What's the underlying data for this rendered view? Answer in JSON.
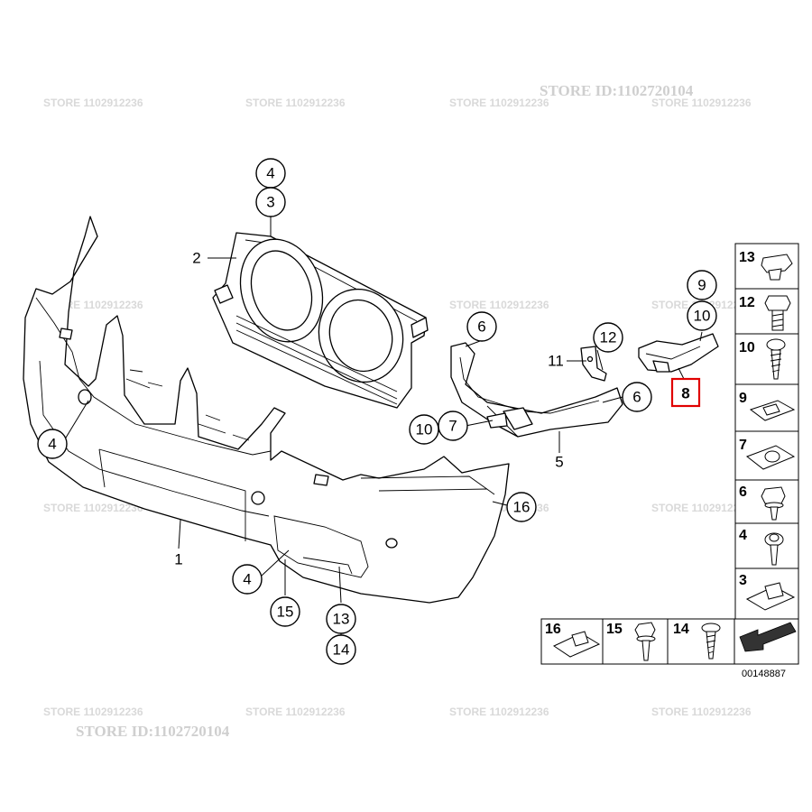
{
  "watermarks": {
    "store_small": "STORE 1102912236",
    "store_big": "STORE ID:1102720104"
  },
  "callouts": [
    {
      "id": "c4a",
      "label": "4"
    },
    {
      "id": "c3",
      "label": "3"
    },
    {
      "id": "c6a",
      "label": "6"
    },
    {
      "id": "c12",
      "label": "12"
    },
    {
      "id": "c9",
      "label": "9"
    },
    {
      "id": "c10a",
      "label": "10"
    },
    {
      "id": "c6b",
      "label": "6"
    },
    {
      "id": "c7",
      "label": "7"
    },
    {
      "id": "c10b",
      "label": "10"
    },
    {
      "id": "c4b",
      "label": "4"
    },
    {
      "id": "c16",
      "label": "16"
    },
    {
      "id": "c4c",
      "label": "4"
    },
    {
      "id": "c15",
      "label": "15"
    },
    {
      "id": "c13",
      "label": "13"
    },
    {
      "id": "c14",
      "label": "14"
    }
  ],
  "plain_labels": [
    {
      "id": "l2",
      "label": "2"
    },
    {
      "id": "l11",
      "label": "11"
    },
    {
      "id": "l5",
      "label": "5"
    },
    {
      "id": "l1",
      "label": "1"
    }
  ],
  "highlight_label": "8",
  "hardware_panels": [
    {
      "id": "p13",
      "label": "13"
    },
    {
      "id": "p12",
      "label": "12"
    },
    {
      "id": "p10",
      "label": "10"
    },
    {
      "id": "p9",
      "label": "9"
    },
    {
      "id": "p7",
      "label": "7"
    },
    {
      "id": "p6",
      "label": "6"
    },
    {
      "id": "p4",
      "label": "4"
    },
    {
      "id": "p3",
      "label": "3"
    },
    {
      "id": "p16",
      "label": "16"
    },
    {
      "id": "p15",
      "label": "15"
    },
    {
      "id": "p14",
      "label": "14"
    }
  ],
  "document_number": "00148887",
  "colors": {
    "highlight": "#e00000",
    "ink": "#000000",
    "watermark": "#d9d9d9"
  }
}
